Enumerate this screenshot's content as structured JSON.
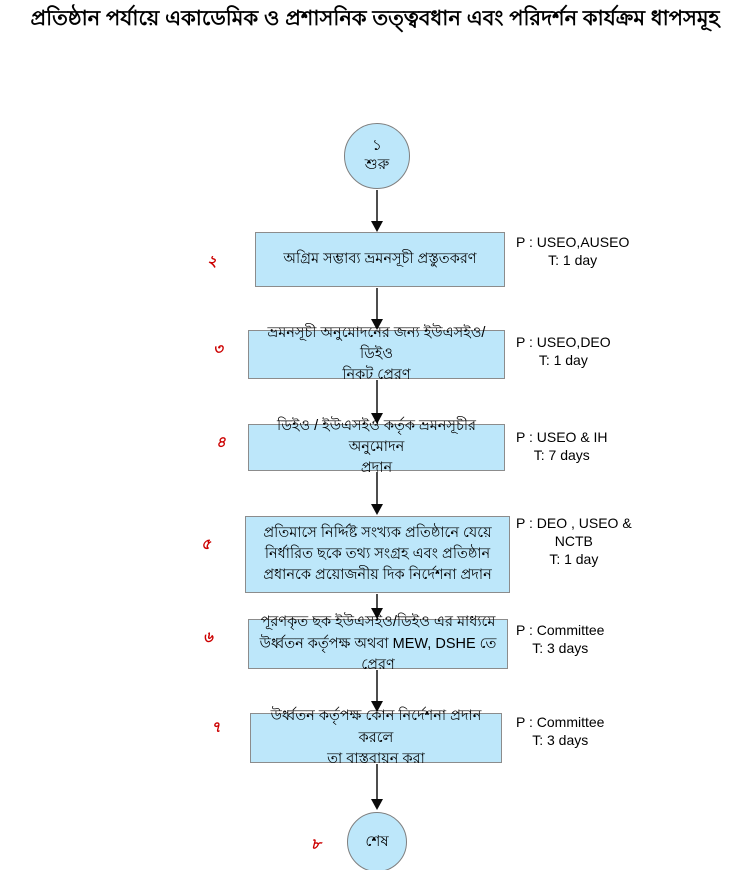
{
  "title": "প্রতিষ্ঠান পর্যায়ে একাডেমিক ও প্রশাসনিক তত্ত্ববধান এবং পরিদর্শন কার্যক্রম ধাপসমূহ",
  "colors": {
    "node_fill": "#bde7fa",
    "node_border": "#8c8c8c",
    "step_number_red": "#cc0000",
    "arrow": "#0a0a0a"
  },
  "flow": {
    "start": {
      "number": "১",
      "label": "শুরু"
    },
    "end": {
      "number": "৮",
      "label": "শেষ"
    },
    "steps": [
      {
        "number": "২",
        "lines": [
          "অগ্রিম সম্ভাব্য ভ্রমনসূচী প্রস্তুতকরণ"
        ],
        "annotation": {
          "p": "P : USEO,AUSEO",
          "extra": "",
          "t": "T: 1 day"
        }
      },
      {
        "number": "৩",
        "lines": [
          "ভ্রমনসূচী অনুমোদনের জন্য ইউএসইও/ডিইও",
          "নিকট  প্রেরণ"
        ],
        "annotation": {
          "p": "P : USEO,DEO",
          "extra": "",
          "t": "T: 1 day"
        }
      },
      {
        "number": "৪",
        "lines": [
          "ডিইও / ইউএসইও কর্তৃক ভ্রমনসূচীর অনুমোদন",
          "প্রদান"
        ],
        "annotation": {
          "p": "P : USEO & IH",
          "extra": "",
          "t": "T: 7 days"
        }
      },
      {
        "number": "৫",
        "lines": [
          "প্রতিমাসে নির্দ্দিষ্ট সংখ্যক প্রতিষ্ঠানে যেয়ে",
          "নির্ধারিত ছকে তথ্য সংগ্রহ এবং প্রতিষ্ঠান",
          "প্রধানকে প্রয়োজনীয় দিক নির্দেশনা প্রদান"
        ],
        "annotation": {
          "p": "P : DEO , USEO &",
          "extra": "NCTB",
          "t": "T: 1 day"
        }
      },
      {
        "number": "৬",
        "lines": [
          "পূরণকৃত ছক ইউএসইও/ডিইও  এর মাধ্যমে",
          "উর্ধ্বতন কর্তৃপক্ষ অথবা MEW, DSHE তে প্রেরণ"
        ],
        "annotation": {
          "p": "P : Committee",
          "extra": "",
          "t": "T: 3 days"
        }
      },
      {
        "number": "৭",
        "lines": [
          "উর্ধ্বতন কর্তৃপক্ষ কোন নির্দেশনা প্রদান করলে",
          "তা বাস্তবায়ন করা"
        ],
        "annotation": {
          "p": "P : Committee",
          "extra": "",
          "t": "T: 3 days"
        }
      }
    ]
  }
}
